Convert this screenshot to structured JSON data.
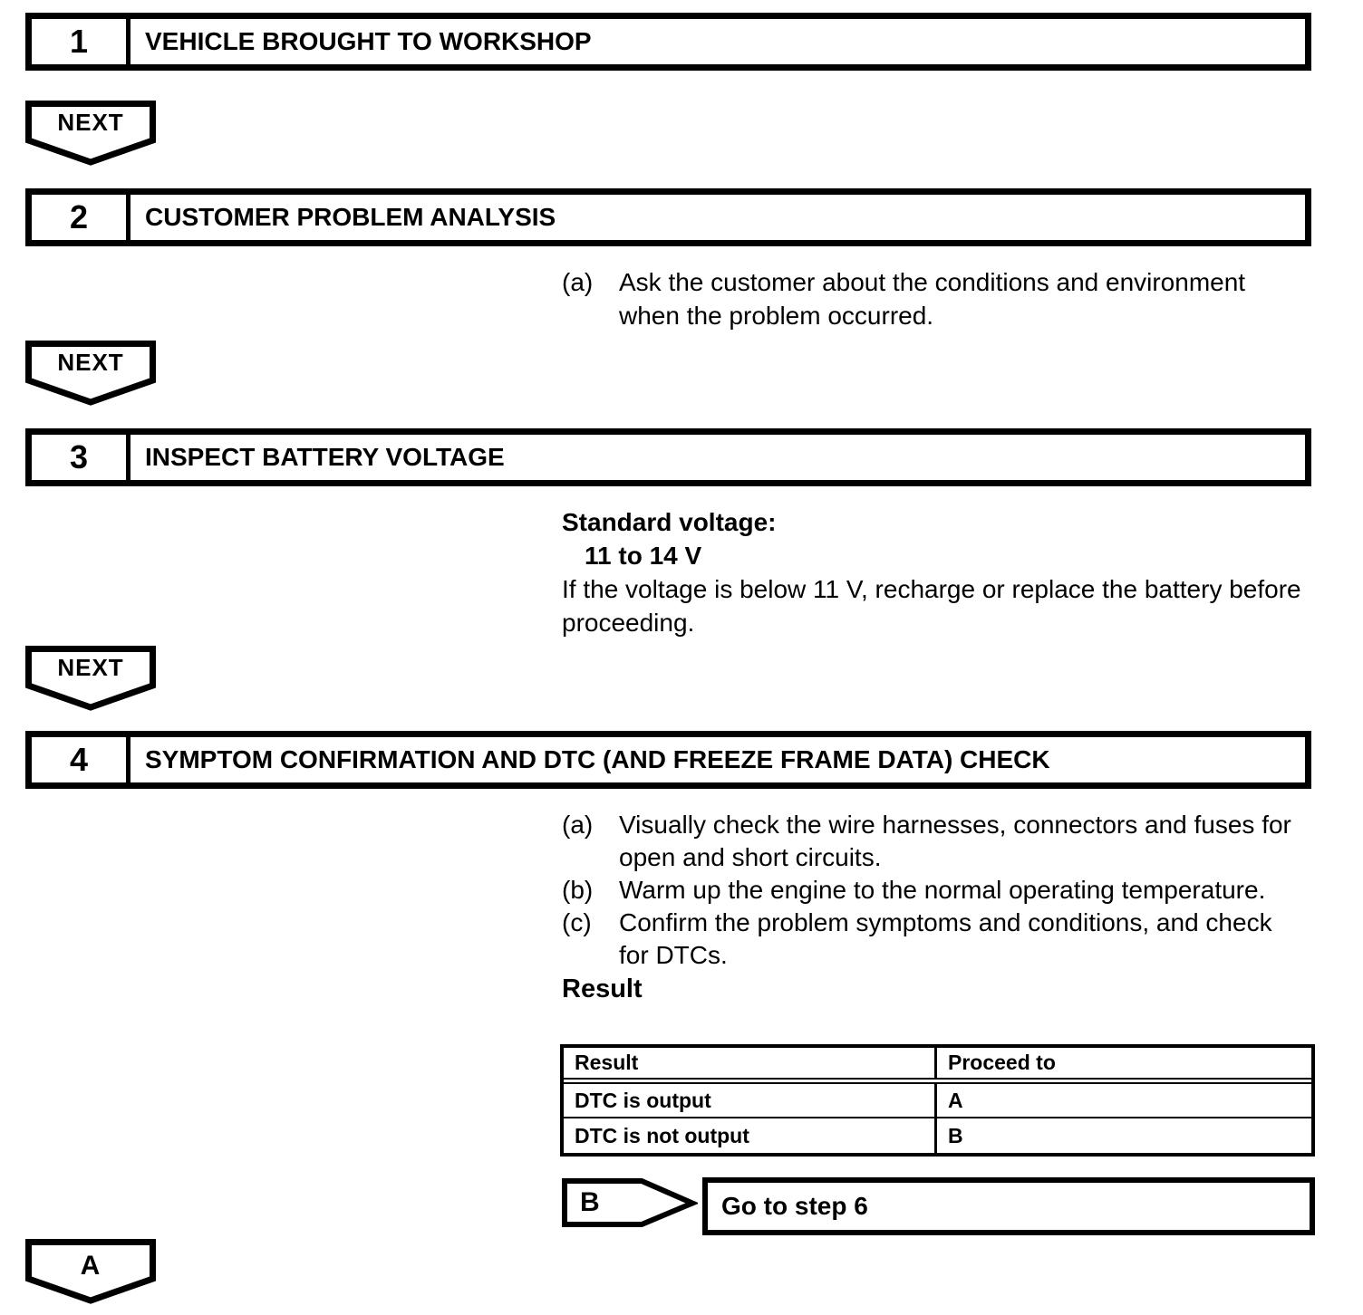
{
  "page": {
    "connector_label": "NEXT",
    "bottom_branch_label": "A",
    "steps": [
      {
        "number": "1",
        "title": "VEHICLE BROUGHT TO WORKSHOP"
      },
      {
        "number": "2",
        "title": "CUSTOMER PROBLEM ANALYSIS",
        "items": [
          {
            "label": "(a)",
            "text": "Ask the customer about the conditions and environment when the problem occurred."
          }
        ]
      },
      {
        "number": "3",
        "title": "INSPECT BATTERY VOLTAGE",
        "spec_label": "Standard voltage:",
        "spec_value": "11 to 14 V",
        "note": "If the voltage is below 11 V, recharge or replace the battery before proceeding."
      },
      {
        "number": "4",
        "title": "SYMPTOM CONFIRMATION AND DTC (AND FREEZE FRAME DATA) CHECK",
        "items": [
          {
            "label": "(a)",
            "text": "Visually check the wire harnesses, connectors and fuses for open and short circuits."
          },
          {
            "label": "(b)",
            "text": "Warm up the engine to the normal operating temperature."
          },
          {
            "label": "(c)",
            "text": "Confirm the problem symptoms and conditions, and check for DTCs."
          }
        ],
        "result_heading": "Result",
        "result_table": {
          "headers": [
            "Result",
            "Proceed to"
          ],
          "rows": [
            {
              "result": "DTC is output",
              "proceed_to": "A"
            },
            {
              "result": "DTC is not output",
              "proceed_to": "B"
            }
          ]
        },
        "branch": {
          "label": "B",
          "action": "Go to step 6"
        }
      }
    ]
  }
}
